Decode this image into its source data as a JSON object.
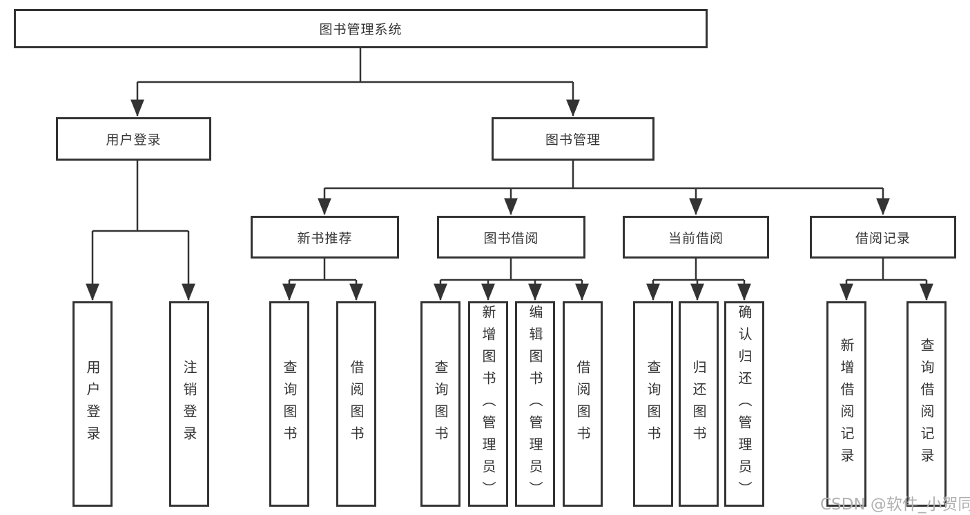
{
  "tree": {
    "label": "图书管理系统",
    "children": [
      {
        "label": "用户登录",
        "children": [
          {
            "label": "用户登录"
          },
          {
            "label": "注销登录"
          }
        ]
      },
      {
        "label": "图书管理",
        "children": [
          {
            "label": "新书推荐",
            "children": [
              {
                "label": "查询图书"
              },
              {
                "label": "借阅图书"
              }
            ]
          },
          {
            "label": "图书借阅",
            "children": [
              {
                "label": "查询图书"
              },
              {
                "label": "新增图书（管理员）"
              },
              {
                "label": "编辑图书（管理员）"
              },
              {
                "label": "借阅图书"
              }
            ]
          },
          {
            "label": "当前借阅",
            "children": [
              {
                "label": "查询图书"
              },
              {
                "label": "归还图书"
              },
              {
                "label": "确认归还（管理员）"
              }
            ]
          },
          {
            "label": "借阅记录",
            "children": [
              {
                "label": "新增借阅记录"
              },
              {
                "label": "查询借阅记录"
              }
            ]
          }
        ]
      }
    ]
  },
  "colors": {
    "line": "#333333",
    "text": "#333333",
    "watermark": "#b0b0b0"
  },
  "watermark": "CSDN @软件_小贺同学"
}
